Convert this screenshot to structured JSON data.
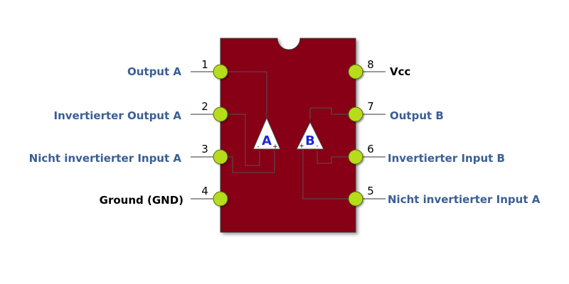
{
  "colors": {
    "chip_body": "#870017",
    "pin": "#b7dc1e",
    "label_blue": "#3a5e96",
    "label_black": "#000000",
    "amp_letter": "#1c2ad6"
  },
  "pins": [
    {
      "number": "1",
      "label": "Output A",
      "color": "blue"
    },
    {
      "number": "2",
      "label": "Invertierter Output A",
      "color": "blue"
    },
    {
      "number": "3",
      "label": "Nicht invertierter Input A",
      "color": "blue"
    },
    {
      "number": "4",
      "label": "Ground (GND)",
      "color": "black"
    },
    {
      "number": "5",
      "label": "Nicht invertierter Input A",
      "color": "blue"
    },
    {
      "number": "6",
      "label": "Invertierter Input B",
      "color": "blue"
    },
    {
      "number": "7",
      "label": "Output B",
      "color": "blue"
    },
    {
      "number": "8",
      "label": "Vcc",
      "color": "black"
    }
  ],
  "amplifiers": [
    {
      "letter": "A",
      "minus": "-",
      "plus": "+"
    },
    {
      "letter": "B",
      "minus": "-",
      "plus": "+"
    }
  ]
}
